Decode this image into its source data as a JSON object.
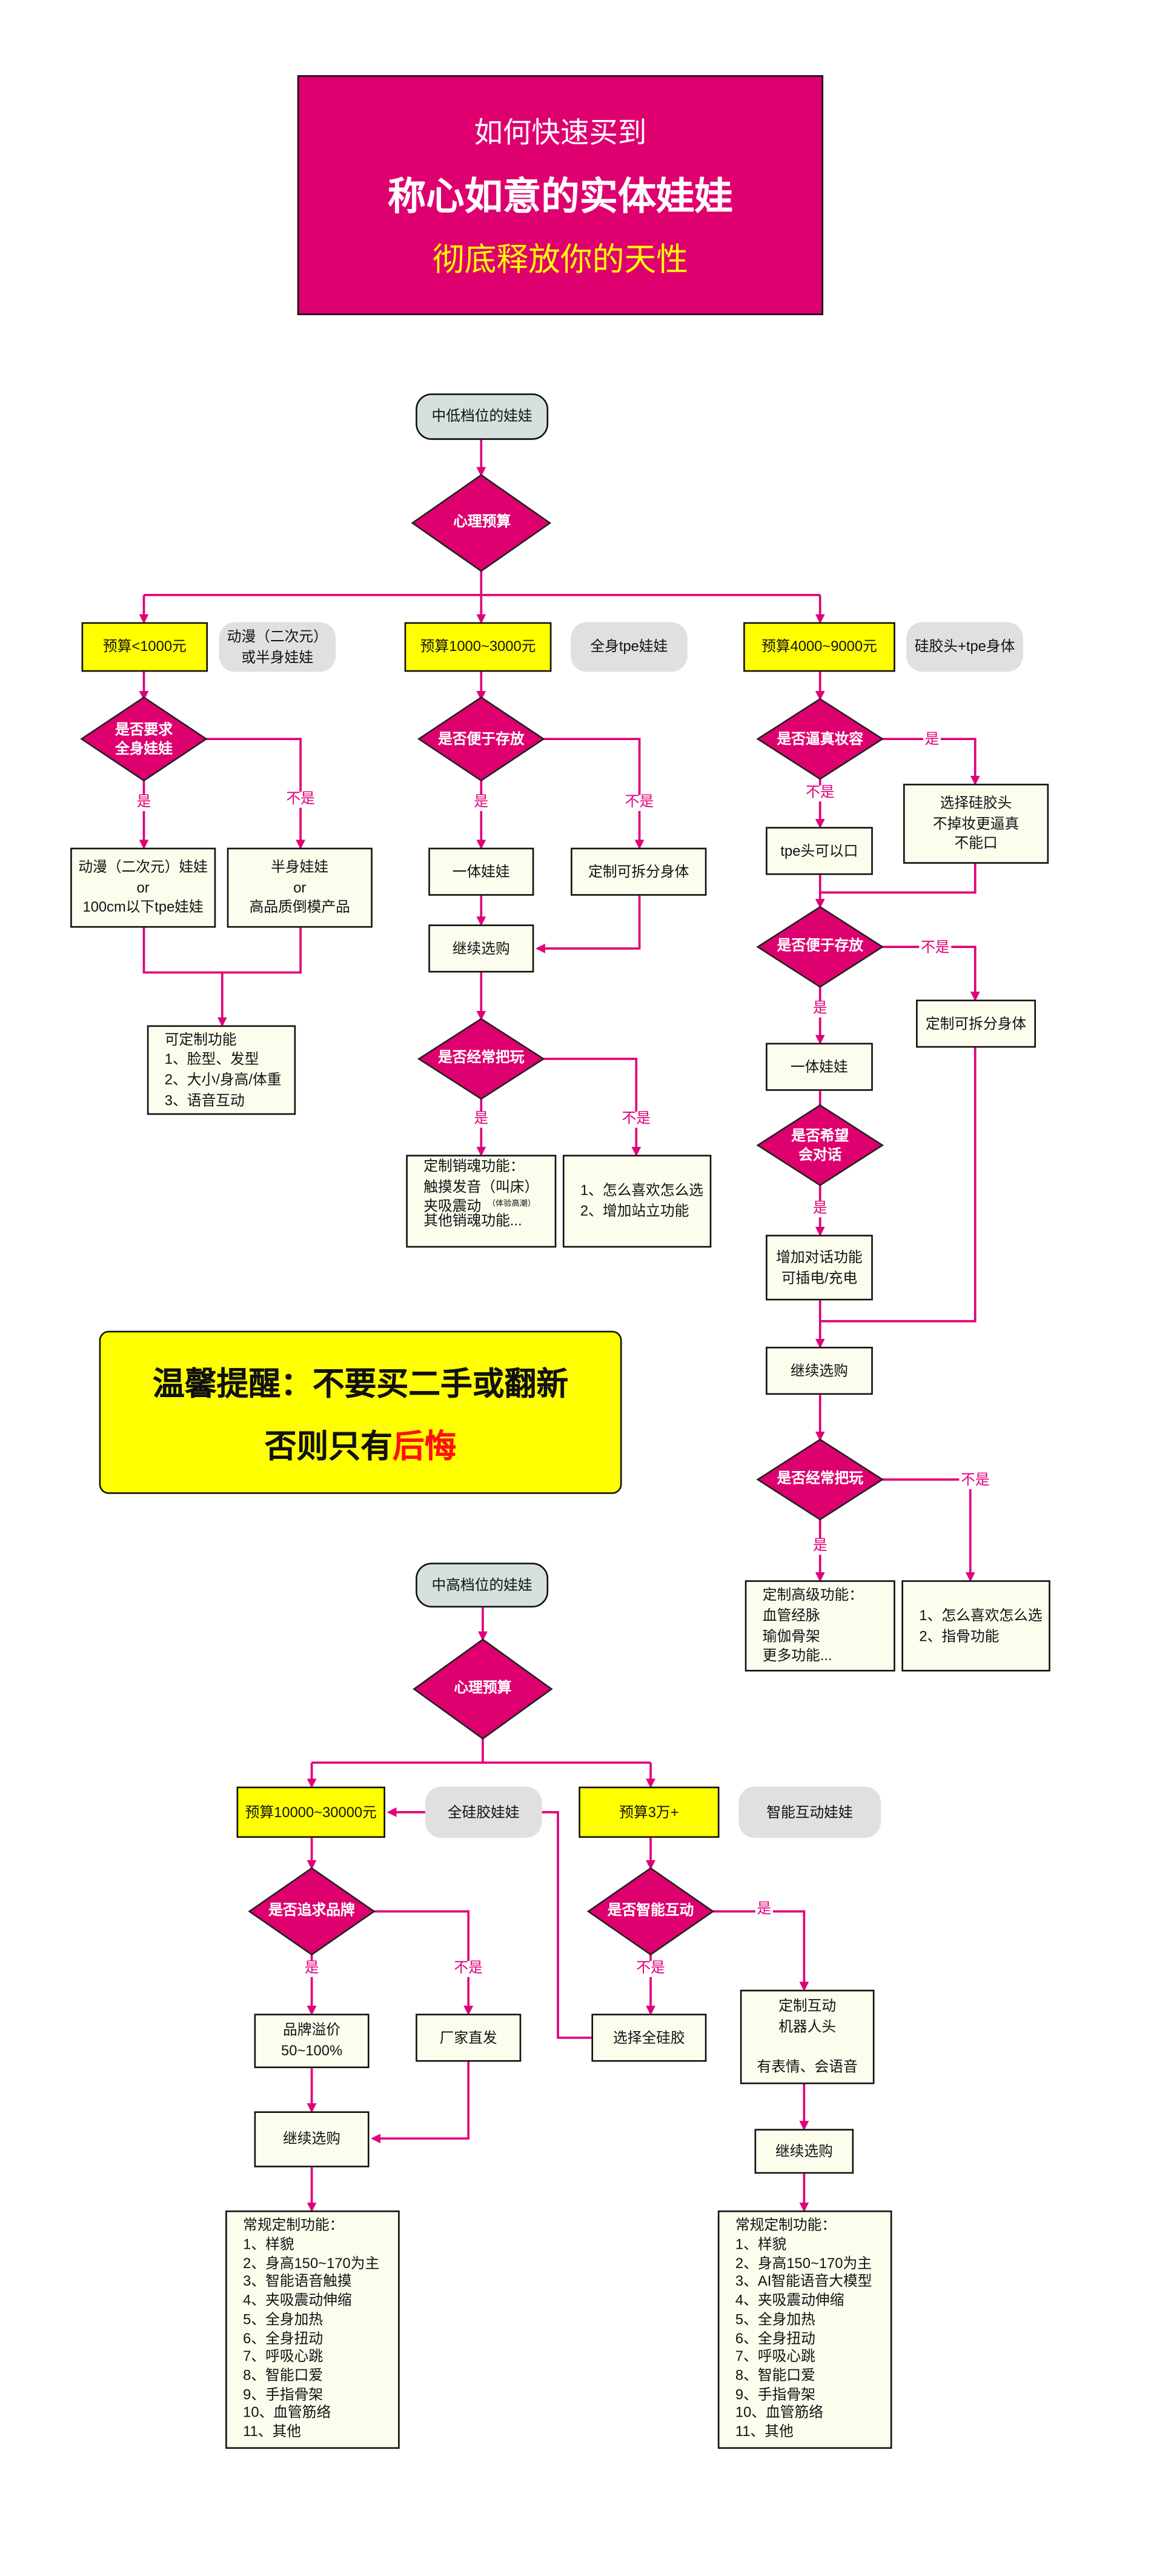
{
  "title": {
    "line1": "如何快速买到",
    "line2": "称心如意的实体娃娃",
    "line3": "彻底释放你的天性"
  },
  "colors": {
    "accent": "#DE006F",
    "line": "#E0007A",
    "yellow": "#FFFF00",
    "box_fill": "#FDFDEE",
    "pill_gray": "#E0E0E0",
    "start_fill": "#D5E0DF",
    "warning_red": "#FF1010"
  },
  "reminder": {
    "line1": "温馨提醒：不要买二手或翻新",
    "line2_prefix": "否则只有",
    "line2_highlight": "后悔"
  },
  "labels": {
    "yes": "是",
    "no": "不是"
  },
  "low_mid": {
    "start": "中低档位的娃娃",
    "budget_decision": "心理预算",
    "col1": {
      "budget": "预算<1000元",
      "note": "动漫（二次元）\n或半身娃娃",
      "decision": "是否要求\n全身娃娃",
      "yes_box": "动漫（二次元）娃娃\nor\n100cm以下tpe娃娃",
      "no_box": "半身娃娃\nor\n高品质倒模产品",
      "features": "可定制功能\n1、脸型、发型\n2、大小/身高/体重\n3、语音互动"
    },
    "col2": {
      "budget": "预算1000~3000元",
      "note": "全身tpe娃娃",
      "decision1": "是否便于存放",
      "yes_box": "一体娃娃",
      "no_box": "定制可拆分身体",
      "continue": "继续选购",
      "decision2": "是否经常把玩",
      "yes_features": "定制销魂功能：\n触摸发音（叫床）\n夹吸震动",
      "yes_features_small": "（体验高潮）",
      "yes_features_more": "其他销魂功能...",
      "no_features": "1、怎么喜欢怎么选\n2、增加站立功能"
    },
    "col3": {
      "budget": "预算4000~9000元",
      "note": "硅胶头+tpe身体",
      "decision1": "是否逼真妆容",
      "no_box": "tpe头可以口",
      "yes_box": "选择硅胶头\n不掉妆更逼真\n不能口",
      "decision2": "是否便于存放",
      "yes_box2": "一体娃娃",
      "no_box2": "定制可拆分身体",
      "decision3": "是否希望\n会对话",
      "talk_box": "增加对话功能\n可插电/充电",
      "continue": "继续选购",
      "decision4": "是否经常把玩",
      "yes_features": "定制高级功能：\n血管经脉\n瑜伽骨架\n更多功能...",
      "no_features": "1、怎么喜欢怎么选\n2、指骨功能"
    }
  },
  "mid_high": {
    "start": "中高档位的娃娃",
    "budget_decision": "心理预算",
    "col1": {
      "budget": "预算10000~30000元",
      "note": "全硅胶娃娃",
      "decision": "是否追求品牌",
      "yes_box": "品牌溢价\n50~100%",
      "no_box": "厂家直发",
      "continue": "继续选购",
      "features": "常规定制功能：\n1、样貌\n2、身高150~170为主\n3、智能语音触摸\n4、夹吸震动伸缩\n5、全身加热\n6、全身扭动\n7、呼吸心跳\n8、智能口爱\n9、手指骨架\n10、血管筋络\n11、其他"
    },
    "col2": {
      "budget": "预算3万+",
      "note": "智能互动娃娃",
      "decision": "是否智能互动",
      "no_box": "选择全硅胶",
      "yes_box": "定制互动\n机器人头\n\n有表情、会语音",
      "continue": "继续选购",
      "features": "常规定制功能：\n1、样貌\n2、身高150~170为主\n3、AI智能语音大模型\n4、夹吸震动伸缩\n5、全身加热\n6、全身扭动\n7、呼吸心跳\n8、智能口爱\n9、手指骨架\n10、血管筋络\n11、其他"
    }
  }
}
